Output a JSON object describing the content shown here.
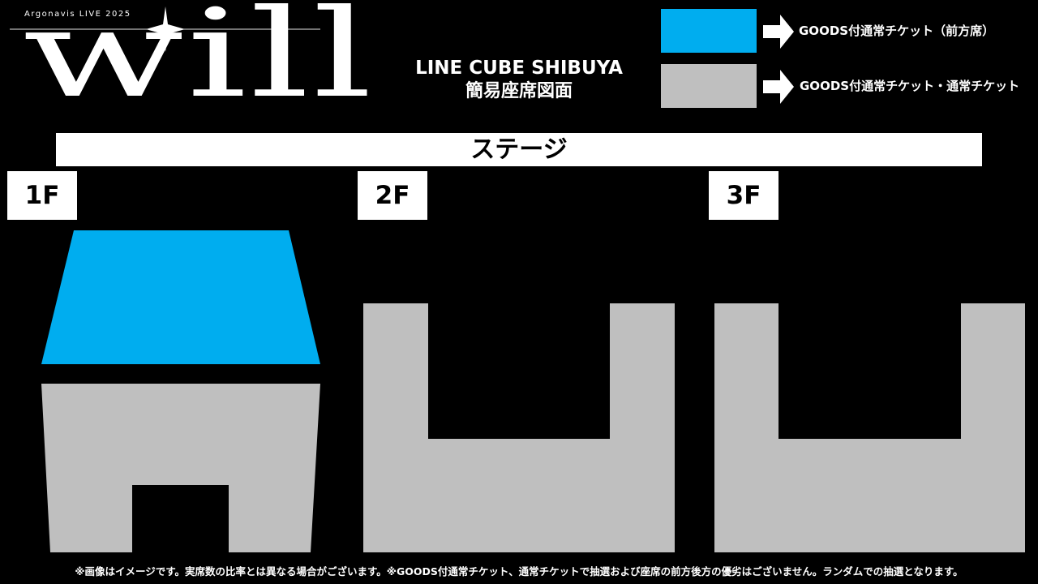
{
  "logo": {
    "subtitle": "Argonavis LIVE 2025",
    "title": "will"
  },
  "venue": {
    "name": "LINE CUBE SHIBUYA",
    "subtitle": "簡易座席図面"
  },
  "legend": [
    {
      "color": "#00adef",
      "label": "GOODS付通常チケット（前方席）",
      "icon": "arrow-right-icon"
    },
    {
      "color": "#bfbfbf",
      "label": "GOODS付通常チケット・通常チケット",
      "icon": "arrow-right-icon"
    }
  ],
  "stage": {
    "label": "ステージ"
  },
  "floors": [
    {
      "label": "1F"
    },
    {
      "label": "2F"
    },
    {
      "label": "3F"
    }
  ],
  "colors": {
    "background": "#000000",
    "front_seats": "#00adef",
    "regular_seats": "#bfbfbf",
    "stage": "#ffffff"
  },
  "footnote": "※画像はイメージです。実席数の比率とは異なる場合がございます。※GOODS付通常チケット、通常チケットで抽選および座席の前方後方の優劣はございません。ランダムでの抽選となります。"
}
